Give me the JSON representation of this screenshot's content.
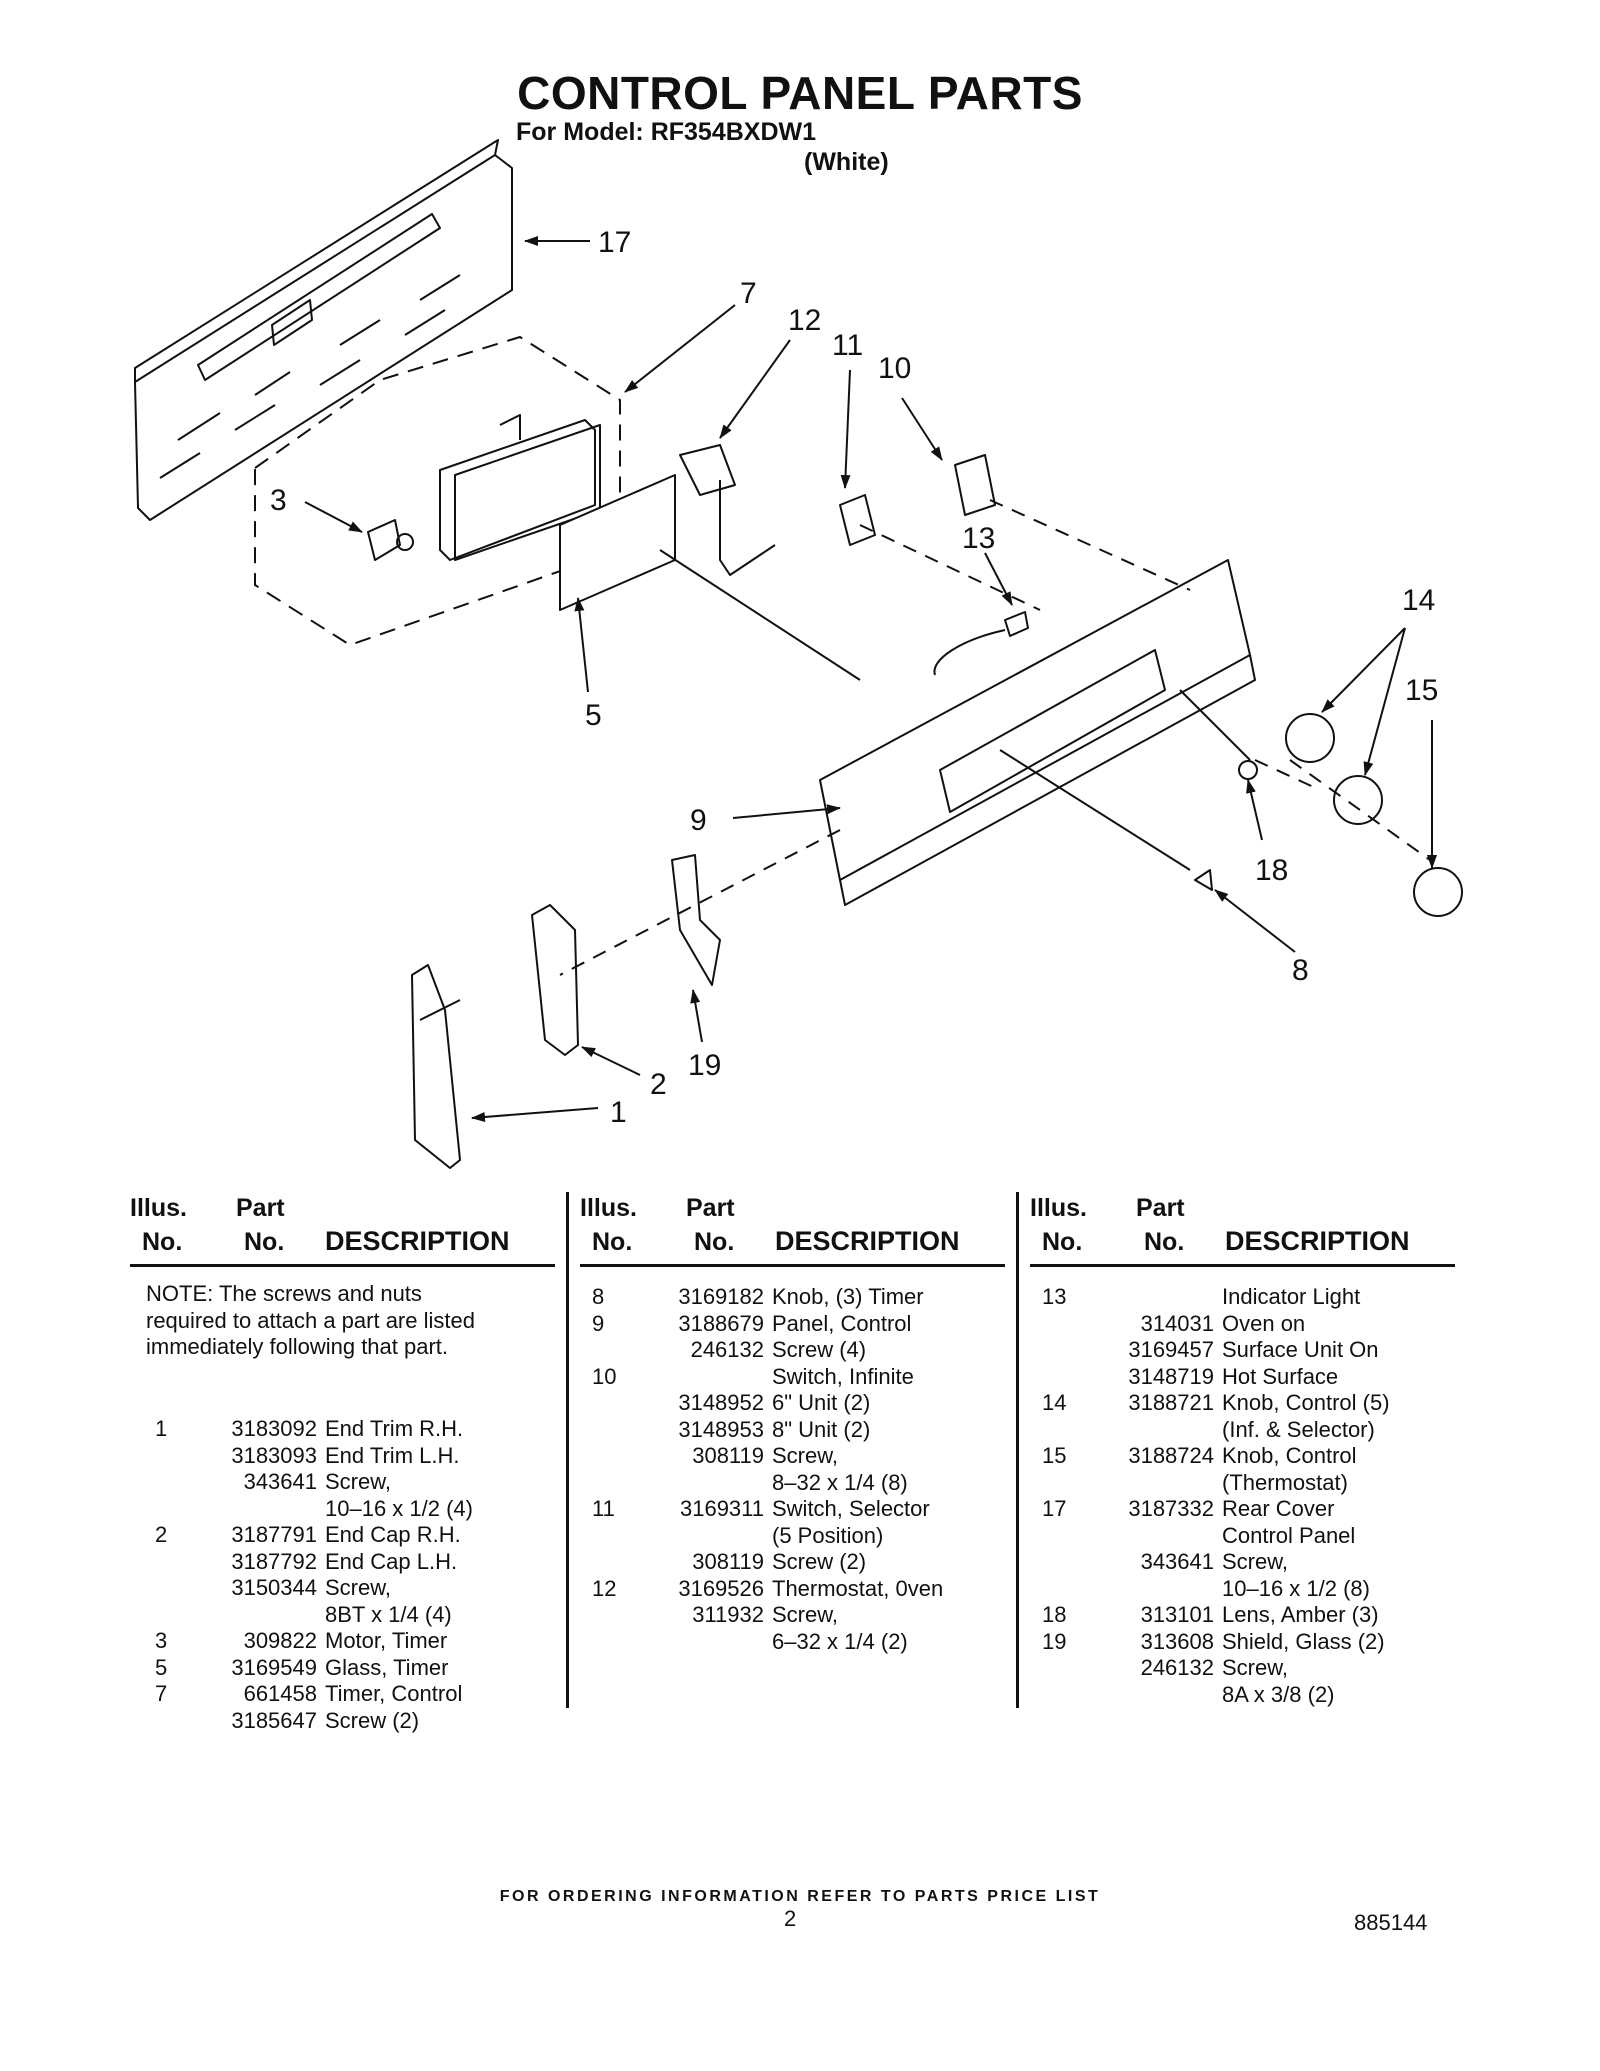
{
  "header": {
    "title": "CONTROL PANEL PARTS",
    "model_line": "For Model: RF354BXDW1",
    "color_line": "(White)"
  },
  "diagram": {
    "callouts": [
      "17",
      "7",
      "12",
      "11",
      "10",
      "3",
      "13",
      "14",
      "15",
      "5",
      "9",
      "18",
      "8",
      "19",
      "2",
      "1"
    ]
  },
  "table": {
    "headers": {
      "illus_1": "Illus.",
      "illus_2": "No.",
      "part_1": "Part",
      "part_2": "No.",
      "desc": "DESCRIPTION"
    },
    "note": "NOTE: The screws and nuts required to attach a part are listed immediately following that part.",
    "col1": [
      {
        "illus": "1",
        "part": "3183092",
        "desc": "End Trim R.H."
      },
      {
        "illus": "",
        "part": "3183093",
        "desc": "End Trim L.H."
      },
      {
        "illus": "",
        "part": "343641",
        "desc": "Screw,"
      },
      {
        "illus": "",
        "part": "",
        "desc": "10–16 x 1/2 (4)"
      },
      {
        "illus": "2",
        "part": "3187791",
        "desc": "End Cap R.H."
      },
      {
        "illus": "",
        "part": "3187792",
        "desc": "End Cap L.H."
      },
      {
        "illus": "",
        "part": "3150344",
        "desc": "Screw,"
      },
      {
        "illus": "",
        "part": "",
        "desc": "8BT x 1/4 (4)"
      },
      {
        "illus": "3",
        "part": "309822",
        "desc": "Motor, Timer"
      },
      {
        "illus": "5",
        "part": "3169549",
        "desc": "Glass, Timer"
      },
      {
        "illus": "7",
        "part": "661458",
        "desc": "Timer, Control"
      },
      {
        "illus": "",
        "part": "3185647",
        "desc": "Screw (2)"
      }
    ],
    "col2": [
      {
        "illus": "8",
        "part": "3169182",
        "desc": "Knob, (3) Timer"
      },
      {
        "illus": "9",
        "part": "3188679",
        "desc": "Panel, Control"
      },
      {
        "illus": "",
        "part": "246132",
        "desc": "Screw (4)"
      },
      {
        "illus": "10",
        "part": "",
        "desc": "Switch, Infinite"
      },
      {
        "illus": "",
        "part": "3148952",
        "desc": "6\" Unit (2)"
      },
      {
        "illus": "",
        "part": "3148953",
        "desc": "8\" Unit (2)"
      },
      {
        "illus": "",
        "part": "308119",
        "desc": "Screw,"
      },
      {
        "illus": "",
        "part": "",
        "desc": "8–32 x 1/4 (8)"
      },
      {
        "illus": "11",
        "part": "3169311",
        "desc": "Switch, Selector"
      },
      {
        "illus": "",
        "part": "",
        "desc": "(5 Position)"
      },
      {
        "illus": "",
        "part": "308119",
        "desc": "Screw (2)"
      },
      {
        "illus": "12",
        "part": "3169526",
        "desc": "Thermostat, 0ven"
      },
      {
        "illus": "",
        "part": "311932",
        "desc": "Screw,"
      },
      {
        "illus": "",
        "part": "",
        "desc": "6–32 x 1/4 (2)"
      }
    ],
    "col3": [
      {
        "illus": "13",
        "part": "",
        "desc": "Indicator Light"
      },
      {
        "illus": "",
        "part": "314031",
        "desc": "Oven on"
      },
      {
        "illus": "",
        "part": "3169457",
        "desc": "Surface Unit On"
      },
      {
        "illus": "",
        "part": "3148719",
        "desc": "Hot Surface"
      },
      {
        "illus": "14",
        "part": "3188721",
        "desc": "Knob, Control (5)"
      },
      {
        "illus": "",
        "part": "",
        "desc": "(Inf. & Selector)"
      },
      {
        "illus": "15",
        "part": "3188724",
        "desc": "Knob, Control"
      },
      {
        "illus": "",
        "part": "",
        "desc": "(Thermostat)"
      },
      {
        "illus": "17",
        "part": "3187332",
        "desc": "Rear Cover"
      },
      {
        "illus": "",
        "part": "",
        "desc": "Control Panel"
      },
      {
        "illus": "",
        "part": "343641",
        "desc": "Screw,"
      },
      {
        "illus": "",
        "part": "",
        "desc": "10–16 x 1/2 (8)"
      },
      {
        "illus": "18",
        "part": "313101",
        "desc": "Lens, Amber (3)"
      },
      {
        "illus": "19",
        "part": "313608",
        "desc": "Shield, Glass (2)"
      },
      {
        "illus": "",
        "part": "246132",
        "desc": "Screw,"
      },
      {
        "illus": "",
        "part": "",
        "desc": "8A x 3/8 (2)"
      }
    ]
  },
  "footer": {
    "ordering": "FOR ORDERING INFORMATION REFER TO PARTS PRICE LIST",
    "page": "2",
    "doc_number": "885144"
  }
}
